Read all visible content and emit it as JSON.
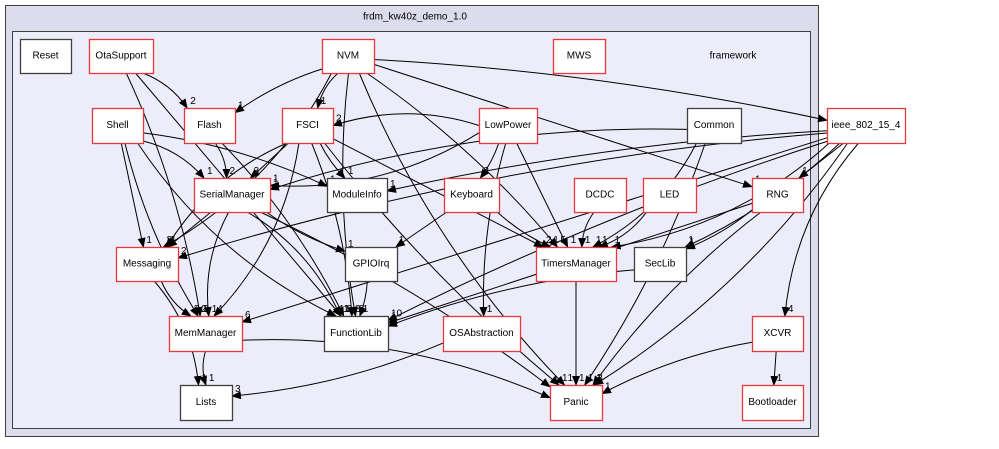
{
  "outer_cluster": {
    "label": "frdm_kw40z_demo_1.0",
    "fill": "#dcdcec"
  },
  "inner_cluster": {
    "label": "framework",
    "fill": "#ececfa"
  },
  "colors": {
    "red_border": "#e8393a",
    "black_border": "#404040",
    "edge": "#000000"
  },
  "nodes": [
    {
      "id": "Reset",
      "label": "Reset",
      "border": "black"
    },
    {
      "id": "OtaSupport",
      "label": "OtaSupport",
      "border": "red"
    },
    {
      "id": "NVM",
      "label": "NVM",
      "border": "red"
    },
    {
      "id": "MWS",
      "label": "MWS",
      "border": "red"
    },
    {
      "id": "Shell",
      "label": "Shell",
      "border": "red"
    },
    {
      "id": "Flash",
      "label": "Flash",
      "border": "red"
    },
    {
      "id": "FSCI",
      "label": "FSCI",
      "border": "red"
    },
    {
      "id": "LowPower",
      "label": "LowPower",
      "border": "red"
    },
    {
      "id": "Common",
      "label": "Common",
      "border": "black"
    },
    {
      "id": "ieee",
      "label": "ieee_802_15_4",
      "border": "red"
    },
    {
      "id": "SerialManager",
      "label": "SerialManager",
      "border": "red"
    },
    {
      "id": "ModuleInfo",
      "label": "ModuleInfo",
      "border": "black"
    },
    {
      "id": "Keyboard",
      "label": "Keyboard",
      "border": "red"
    },
    {
      "id": "DCDC",
      "label": "DCDC",
      "border": "red"
    },
    {
      "id": "LED",
      "label": "LED",
      "border": "red"
    },
    {
      "id": "RNG",
      "label": "RNG",
      "border": "red"
    },
    {
      "id": "Messaging",
      "label": "Messaging",
      "border": "red"
    },
    {
      "id": "GPIOIrq",
      "label": "GPIOIrq",
      "border": "black"
    },
    {
      "id": "TimersManager",
      "label": "TimersManager",
      "border": "red"
    },
    {
      "id": "SecLib",
      "label": "SecLib",
      "border": "black"
    },
    {
      "id": "MemManager",
      "label": "MemManager",
      "border": "red"
    },
    {
      "id": "FunctionLib",
      "label": "FunctionLib",
      "border": "black"
    },
    {
      "id": "OSAbstraction",
      "label": "OSAbstraction",
      "border": "red"
    },
    {
      "id": "XCVR",
      "label": "XCVR",
      "border": "red"
    },
    {
      "id": "Lists",
      "label": "Lists",
      "border": "black"
    },
    {
      "id": "Panic",
      "label": "Panic",
      "border": "red"
    },
    {
      "id": "Bootloader",
      "label": "Bootloader",
      "border": "red"
    }
  ],
  "edges": [
    {
      "from": "OtaSupport",
      "to": "Flash",
      "label": "2"
    },
    {
      "from": "OtaSupport",
      "to": "MemManager",
      "label": "2"
    },
    {
      "from": "OtaSupport",
      "to": "FunctionLib",
      "label": "1"
    },
    {
      "from": "NVM",
      "to": "Flash",
      "label": "1"
    },
    {
      "from": "NVM",
      "to": "FSCI",
      "label": "1"
    },
    {
      "from": "NVM",
      "to": "Messaging",
      "label": "2"
    },
    {
      "from": "NVM",
      "to": "TimersManager",
      "label": "5"
    },
    {
      "from": "NVM",
      "to": "RNG",
      "label": "1"
    },
    {
      "from": "NVM",
      "to": "FunctionLib",
      "label": "2"
    },
    {
      "from": "NVM",
      "to": "Panic",
      "label": "1"
    },
    {
      "from": "Shell",
      "to": "SerialManager",
      "label": "1"
    },
    {
      "from": "Shell",
      "to": "ModuleInfo",
      "label": "1"
    },
    {
      "from": "Shell",
      "to": "Messaging",
      "label": "1"
    },
    {
      "from": "Shell",
      "to": "MemManager",
      "label": "2"
    },
    {
      "from": "Shell",
      "to": "FunctionLib",
      "label": "1"
    },
    {
      "from": "Flash",
      "to": "SerialManager",
      "label": "2"
    },
    {
      "from": "Flash",
      "to": "FunctionLib",
      "label": "2"
    },
    {
      "from": "FSCI",
      "to": "SerialManager",
      "label": "3"
    },
    {
      "from": "FSCI",
      "to": "ModuleInfo",
      "label": "1"
    },
    {
      "from": "FSCI",
      "to": "Messaging",
      "label": "1"
    },
    {
      "from": "FSCI",
      "to": "MemManager",
      "label": "4"
    },
    {
      "from": "FSCI",
      "to": "FunctionLib",
      "label": "3"
    },
    {
      "from": "FSCI",
      "to": "TimersManager",
      "label": "2"
    },
    {
      "from": "FSCI",
      "to": "Panic",
      "label": "1"
    },
    {
      "from": "LowPower",
      "to": "FSCI",
      "label": "2"
    },
    {
      "from": "LowPower",
      "to": "SerialManager",
      "label": "1"
    },
    {
      "from": "LowPower",
      "to": "Keyboard",
      "label": "2"
    },
    {
      "from": "LowPower",
      "to": "TimersManager",
      "label": "1"
    },
    {
      "from": "LowPower",
      "to": "OSAbstraction",
      "label": "1"
    },
    {
      "from": "Common",
      "to": "SerialManager",
      "label": "1"
    },
    {
      "from": "Common",
      "to": "TimersManager",
      "label": "1"
    },
    {
      "from": "Common",
      "to": "Panic",
      "label": "1"
    },
    {
      "from": "ieee",
      "to": "RNG",
      "label": "1"
    },
    {
      "from": "ieee",
      "to": "ModuleInfo",
      "label": "1"
    },
    {
      "from": "ieee",
      "to": "Messaging",
      "label": "2"
    },
    {
      "from": "ieee",
      "to": "TimersManager",
      "label": "1"
    },
    {
      "from": "ieee",
      "to": "SecLib",
      "label": "1"
    },
    {
      "from": "ieee",
      "to": "MemManager",
      "label": "6"
    },
    {
      "from": "ieee",
      "to": "FunctionLib",
      "label": "10"
    },
    {
      "from": "ieee",
      "to": "XCVR",
      "label": "4"
    },
    {
      "from": "ieee",
      "to": "Panic",
      "label": "3"
    },
    {
      "from": "NVM",
      "to": "ieee",
      "label": "2"
    },
    {
      "from": "SerialManager",
      "to": "Messaging",
      "label": "1"
    },
    {
      "from": "SerialManager",
      "to": "GPIOIrq",
      "label": "1"
    },
    {
      "from": "SerialManager",
      "to": "MemManager",
      "label": "1"
    },
    {
      "from": "SerialManager",
      "to": "FunctionLib",
      "label": "1"
    },
    {
      "from": "SerialManager",
      "to": "Panic",
      "label": "1"
    },
    {
      "from": "Keyboard",
      "to": "GPIOIrq",
      "label": "1"
    },
    {
      "from": "Keyboard",
      "to": "TimersManager",
      "label": "1"
    },
    {
      "from": "DCDC",
      "to": "TimersManager",
      "label": "1"
    },
    {
      "from": "LED",
      "to": "TimersManager",
      "label": "1"
    },
    {
      "from": "RNG",
      "to": "SecLib",
      "label": "1"
    },
    {
      "from": "RNG",
      "to": "FunctionLib",
      "label": "1"
    },
    {
      "from": "RNG",
      "to": "Panic",
      "label": "1"
    },
    {
      "from": "Messaging",
      "to": "MemManager",
      "label": "2"
    },
    {
      "from": "Messaging",
      "to": "Lists",
      "label": "1"
    },
    {
      "from": "GPIOIrq",
      "to": "FunctionLib",
      "label": "1"
    },
    {
      "from": "TimersManager",
      "to": "Panic",
      "label": "1"
    },
    {
      "from": "SecLib",
      "to": "FunctionLib",
      "label": "1"
    },
    {
      "from": "MemManager",
      "to": "Lists",
      "label": "1"
    },
    {
      "from": "MemManager",
      "to": "Panic",
      "label": "1"
    },
    {
      "from": "OSAbstraction",
      "to": "Lists",
      "label": "3"
    },
    {
      "from": "XCVR",
      "to": "Bootloader",
      "label": "1"
    },
    {
      "from": "XCVR",
      "to": "Panic",
      "label": "1"
    }
  ]
}
